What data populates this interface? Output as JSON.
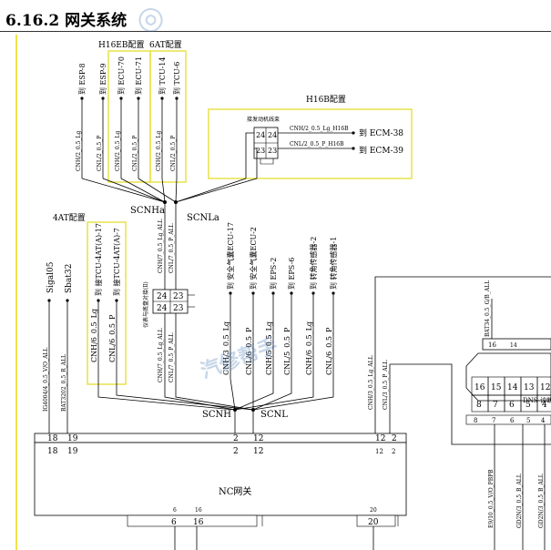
{
  "section": {
    "number": "6.16.2",
    "title": "网关系统"
  },
  "config_labels": {
    "h16eb": "H16EB配置",
    "at6": "6AT配置",
    "h16b": "H16B配置",
    "at4": "4AT配置"
  },
  "top_branches": [
    {
      "dest": "到 ESP-8",
      "wire": "CNH/2_0.5_Lg"
    },
    {
      "dest": "到 ESP-9",
      "wire": "CNL/2_0.5_P"
    },
    {
      "dest": "到 ECU-70",
      "wire": "CNH/2_0.5_Lg"
    },
    {
      "dest": "到 ECU-71",
      "wire": "CNL/2_0.5_P"
    },
    {
      "dest": "到 TCU-14",
      "wire": "CNH/2_0.5_Lg"
    },
    {
      "dest": "到 TCU-6",
      "wire": "CNL/2_0.5_P"
    }
  ],
  "h16b": {
    "module_label": "接发动机线束",
    "pins": [
      "24",
      "24",
      "23",
      "23"
    ],
    "wire_h": "CNH/2_0.5_Lg_H16B",
    "wire_l": "CNL/2_0.5_P_H16B",
    "dest_1": "到 ECM-38",
    "dest_2": "到 ECM-39"
  },
  "splices": {
    "scnha": "SCNHa",
    "scnla": "SCNLa",
    "scnh": "SCNH",
    "scnl": "SCNL"
  },
  "mid": {
    "wire_h": "CNH/7_0.5_Lg_ALL",
    "wire_l": "CNL/7_0.5_P_ALL",
    "connector_label": "仪表与底盘对接(Ⅱ)",
    "pins": [
      "24",
      "23",
      "24",
      "23"
    ],
    "lower_wire_h": "CNH/7_0.5_Lg_ALL",
    "lower_wire_l": "CNL/7_0.5_P_ALL"
  },
  "at4": [
    {
      "dest": "到 接TCU-4AT(A)-17",
      "wire": "CNH/6_0.5_Lg"
    },
    {
      "dest": "到 接TCU-4AT(A)-7",
      "wire": "CNL/6_0.5_P"
    }
  ],
  "left_signals": [
    {
      "name": "Sigal05",
      "wire": "IG4004/4_0.5_V/O_ALL"
    },
    {
      "name": "Sbat32",
      "wire": "BAT3202_0.5_R_ALL"
    }
  ],
  "right_branches": [
    {
      "dest": "到 安全气囊ECU-17",
      "wire": "CNH/3_0.5_Lg"
    },
    {
      "dest": "到 安全气囊ECU-2",
      "wire": "CNL/6_0.5_P"
    },
    {
      "dest": "到 EPS-2",
      "wire": "CNH/5_0.5_Lg"
    },
    {
      "dest": "到 EPS-6",
      "wire": "CNL/5_0.5_P"
    },
    {
      "dest": "到 转角传感器-2",
      "wire": "CNH/6_0.5_Lg"
    },
    {
      "dest": "到 转角传感器-1",
      "wire": "CNL/6_0.5_P"
    }
  ],
  "right_side": {
    "wire_h": "CNH/3_0.5_Lg_ALL",
    "wire_l": "CNL/3_0.5_P_ALL",
    "bat_wire": "BAT34_0.5_G/B_ALL",
    "obd_label": "DNS-诊断",
    "obd_top": [
      "16",
      "14"
    ],
    "obd_row1": [
      "16",
      "15",
      "14",
      "13",
      "12"
    ],
    "obd_row2": [
      "8",
      "7",
      "6",
      "5",
      "4"
    ],
    "obd_pins_under": [
      "8",
      "7",
      "6",
      "5",
      "4"
    ],
    "bottom_wires": [
      "E9/10_0.5_V/O_PBPB",
      "GD2N/3_0.5_B_ALL",
      "GD2N/3_0.5_B_ALL"
    ]
  },
  "gateway": {
    "label": "NC网关",
    "pins_top": [
      "18",
      "19",
      "2",
      "12",
      "12",
      "2"
    ],
    "pins_inner": [
      "18",
      "19",
      "2",
      "12",
      "12",
      "2"
    ],
    "bottom_pins": [
      "6",
      "16",
      "20"
    ],
    "bottom_pin_labels_small": [
      "6",
      "16",
      "20"
    ]
  },
  "watermark": {
    "text": "汽修帮手"
  }
}
